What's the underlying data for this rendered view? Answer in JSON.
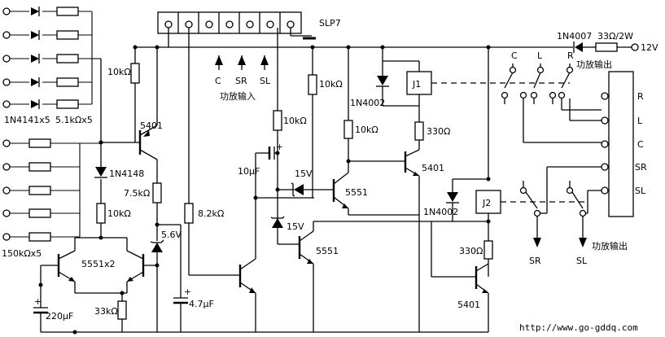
{
  "labels": {
    "d_array": "1N4141x5",
    "r_array_top": "5.1kΩx5",
    "r_array_bottom": "150kΩx5",
    "conn": "SLP7",
    "r10k_a": "10kΩ",
    "q5401_a": "5401",
    "d1n4148": "1N4148",
    "r75k": "7.5kΩ",
    "r10k_b": "10kΩ",
    "zd56": "5.6V",
    "q5551x2": "5551x2",
    "r33k": "33kΩ",
    "c220": "220μF",
    "c47": "4.7μF",
    "r82k": "8.2kΩ",
    "in_c": "C",
    "in_sr": "SR",
    "in_sl": "SL",
    "amp_in": "功放输入",
    "r10k_c": "10kΩ",
    "c10u": "10μF",
    "zd15a": "15V",
    "zd15b": "15V",
    "q5551_a": "5551",
    "q5551_b": "5551",
    "r10k_d": "10kΩ",
    "r10k_e": "10kΩ",
    "d1n4002_a": "1N4002",
    "j1": "J1",
    "r330_a": "330Ω",
    "q5401_b": "5401",
    "d1n4002_b": "1N4002",
    "j2": "J2",
    "r330_b": "330Ω",
    "q5401_c": "5401",
    "d1n4007": "1N4007",
    "r33_2w": "33Ω/2W",
    "v12": "12V",
    "out_c": "C",
    "out_l": "L",
    "out_r": "R",
    "amp_out_top": "功放输出",
    "term_r": "R",
    "term_l": "L",
    "term_c": "C",
    "term_sr": "SR",
    "term_sl": "SL",
    "out_sr": "SR",
    "out_sl": "SL",
    "amp_out_bottom": "功放输出",
    "url": "http://www.go-gddq.com"
  }
}
